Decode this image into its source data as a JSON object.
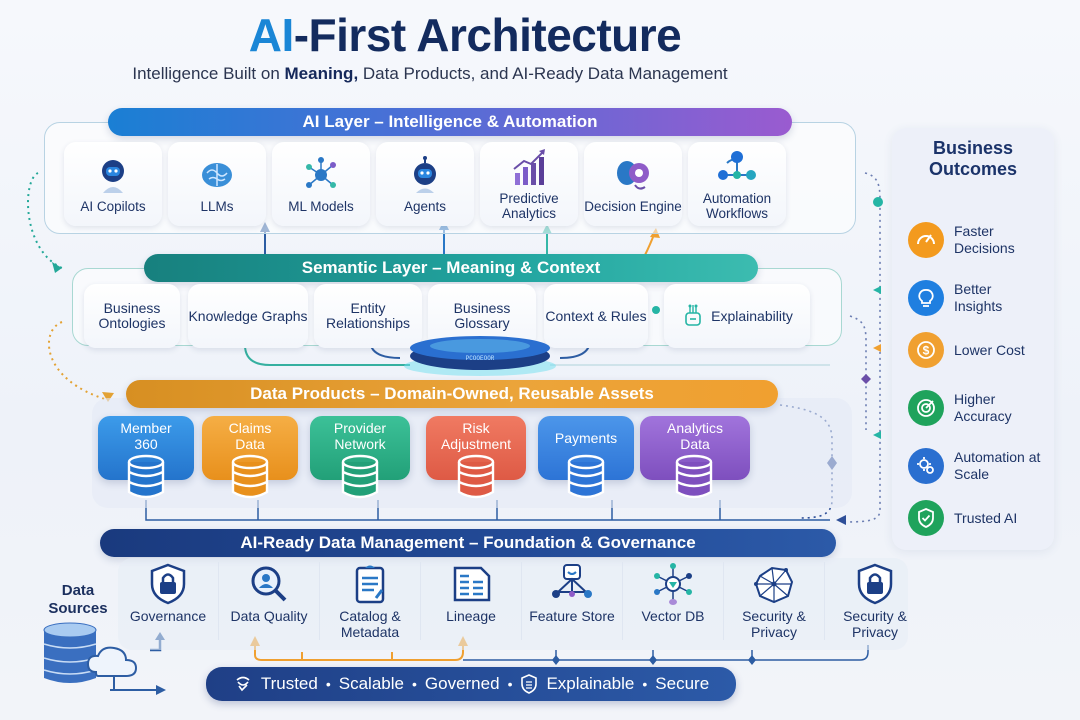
{
  "header": {
    "title_accent": "AI",
    "title_rest": "-First Architecture",
    "subtitle_pre": "Intelligence Built on ",
    "subtitle_bold": "Meaning,",
    "subtitle_post": " Data Products, and AI-Ready Data Management"
  },
  "ai_layer": {
    "title": "AI Layer – Intelligence & Automation",
    "items": [
      {
        "label": "AI Copilots",
        "icon": "robot-headset-icon"
      },
      {
        "label": "LLMs",
        "icon": "brain-icon"
      },
      {
        "label": "ML Models",
        "icon": "neural-network-icon"
      },
      {
        "label": "Agents",
        "icon": "robot-icon"
      },
      {
        "label": "Predictive Analytics",
        "icon": "bar-chart-trend-icon"
      },
      {
        "label": "Decision Engine",
        "icon": "brain-gear-icon"
      },
      {
        "label": "Automation Workflows",
        "icon": "workflow-nodes-icon"
      }
    ]
  },
  "semantic_layer": {
    "title": "Semantic Layer – Meaning & Context",
    "items": [
      {
        "label": "Business Ontologies"
      },
      {
        "label": "Knowledge Graphs"
      },
      {
        "label": "Entity Relationships"
      },
      {
        "label": "Business Glossary"
      },
      {
        "label": "Context & Rules"
      },
      {
        "label": "Explainability",
        "icon": "explainability-icon"
      }
    ],
    "platform_label": "PCOOEOOR"
  },
  "data_products": {
    "title": "Data Products – Domain-Owned, Reusable Assets",
    "items": [
      {
        "label": "Member 360",
        "color": "#2f86dc"
      },
      {
        "label": "Claims Data",
        "color": "#f0a030"
      },
      {
        "label": "Provider Network",
        "color": "#2db58a"
      },
      {
        "label": "Risk Adjustment",
        "color": "#e86a55"
      },
      {
        "label": "Payments",
        "color": "#3a86e0"
      },
      {
        "label": "Analytics Data",
        "color": "#8f5cc8"
      }
    ]
  },
  "foundation": {
    "title": "AI-Ready Data Management – Foundation & Governance",
    "data_sources_label": "Data Sources",
    "items": [
      {
        "label": "Governance",
        "icon": "shield-lock-icon"
      },
      {
        "label": "Data Quality",
        "icon": "magnifier-user-icon"
      },
      {
        "label": "Catalog & Metadata",
        "icon": "clipboard-list-icon"
      },
      {
        "label": "Lineage",
        "icon": "document-lines-icon"
      },
      {
        "label": "Feature Store",
        "icon": "feature-tree-icon"
      },
      {
        "label": "Vector DB",
        "icon": "vector-hub-icon"
      },
      {
        "label": "Security & Privacy",
        "icon": "network-globe-icon"
      },
      {
        "label": "Security & Privacy",
        "icon": "shield-lock-icon"
      }
    ],
    "pillars": [
      "Trusted",
      "Scalable",
      "Governed",
      "Explainable",
      "Secure"
    ]
  },
  "outcomes": {
    "title": "Business Outcomes",
    "items": [
      {
        "label": "Faster Decisions",
        "icon": "speedometer-icon",
        "color": "#f39a1e"
      },
      {
        "label": "Better Insights",
        "icon": "lightbulb-icon",
        "color": "#1f7fe0"
      },
      {
        "label": "Lower Cost",
        "icon": "dollar-coin-icon",
        "color": "#f0a030"
      },
      {
        "label": "Higher Accuracy",
        "icon": "target-icon",
        "color": "#1fa35c"
      },
      {
        "label": "Automation at Scale",
        "icon": "gears-icon",
        "color": "#2a6fd0"
      },
      {
        "label": "Trusted AI",
        "icon": "shield-check-icon",
        "color": "#1fa35c"
      }
    ]
  },
  "colors": {
    "ai_header_start": "#1a7fd4",
    "ai_header_end": "#9a5bd0",
    "semantic_header": "#1f9a96",
    "data_products_header": "#e39a2e",
    "foundation_header": "#1f3f86",
    "navy_text": "#1b2f5e"
  }
}
